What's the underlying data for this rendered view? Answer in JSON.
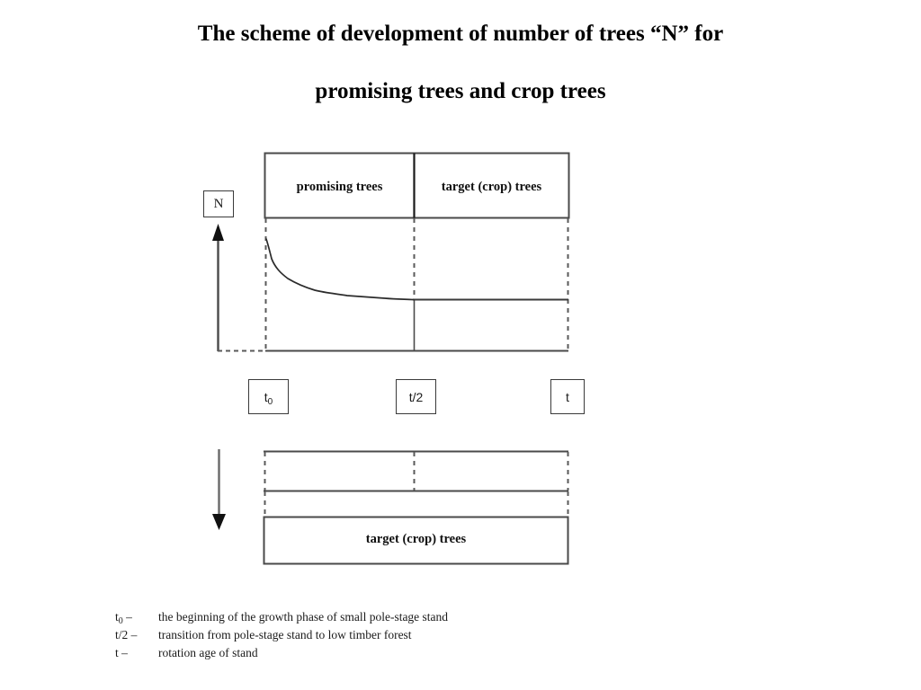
{
  "title": {
    "line1": "The scheme of development of number of trees “N” for",
    "line2": "promising trees and crop trees"
  },
  "axis": {
    "y_label": "N",
    "y_arrow_direction": "up",
    "flow_arrow_direction": "down"
  },
  "bands": {
    "upper_left_caption": "promising trees",
    "upper_right_caption": "target (crop) trees",
    "lower_caption": "target   (crop)   trees"
  },
  "time_marks": [
    {
      "name": "t-zero",
      "label": "t",
      "sub": "0"
    },
    {
      "name": "t-half",
      "label": "t/2",
      "sub": ""
    },
    {
      "name": "t-end",
      "label": "t",
      "sub": ""
    }
  ],
  "legend": [
    {
      "key": "t",
      "key_sub": "0",
      "dash": "–",
      "desc": "the beginning of the growth phase of small pole-stage stand"
    },
    {
      "key": "t/2",
      "key_sub": "",
      "dash": "–",
      "desc": "transition from pole-stage stand to low timber forest"
    },
    {
      "key": "t",
      "key_sub": "",
      "dash": "–",
      "desc": "rotation age of stand"
    }
  ],
  "chart_data": {
    "type": "line",
    "title": "The scheme of development of number of trees “N” for promising trees and crop trees",
    "xlabel": "",
    "ylabel": "N",
    "grid": false,
    "legend_position": "below",
    "x_tick_labels": [
      "t0",
      "t/2",
      "t"
    ],
    "x_tick_positions": [
      0,
      0.5,
      1
    ],
    "xlim": [
      0,
      1
    ],
    "ylim": [
      0,
      1
    ],
    "series": [
      {
        "name": "number of trees N",
        "style": "solid",
        "x": [
          0.0,
          0.02,
          0.04,
          0.07,
          0.1,
          0.14,
          0.19,
          0.24,
          0.3,
          0.36,
          0.42,
          0.47,
          0.52,
          0.58,
          0.64,
          0.7,
          0.76,
          0.82,
          0.88,
          0.94,
          1.0
        ],
        "y": [
          1.0,
          0.93,
          0.86,
          0.8,
          0.74,
          0.68,
          0.62,
          0.56,
          0.5,
          0.45,
          0.41,
          0.37,
          0.34,
          0.32,
          0.3,
          0.29,
          0.285,
          0.28,
          0.28,
          0.28,
          0.28
        ]
      }
    ],
    "annotations": [
      {
        "text": "promising trees",
        "region": "t0 to t/2, header band"
      },
      {
        "text": "target (crop) trees",
        "region": "t/2 to t, header band"
      },
      {
        "text": "target   (crop)   trees",
        "region": "lower band, full width"
      }
    ],
    "notes": [
      "t0 – the beginning of the growth phase of small pole-stage stand",
      "t/2 – transition from pole-stage stand to low timber forest",
      "t – rotation age of stand"
    ]
  },
  "colors": {
    "ink": "#000000",
    "line": "#4a4a4a",
    "box_border": "#3a3a3a",
    "background": "#ffffff"
  }
}
